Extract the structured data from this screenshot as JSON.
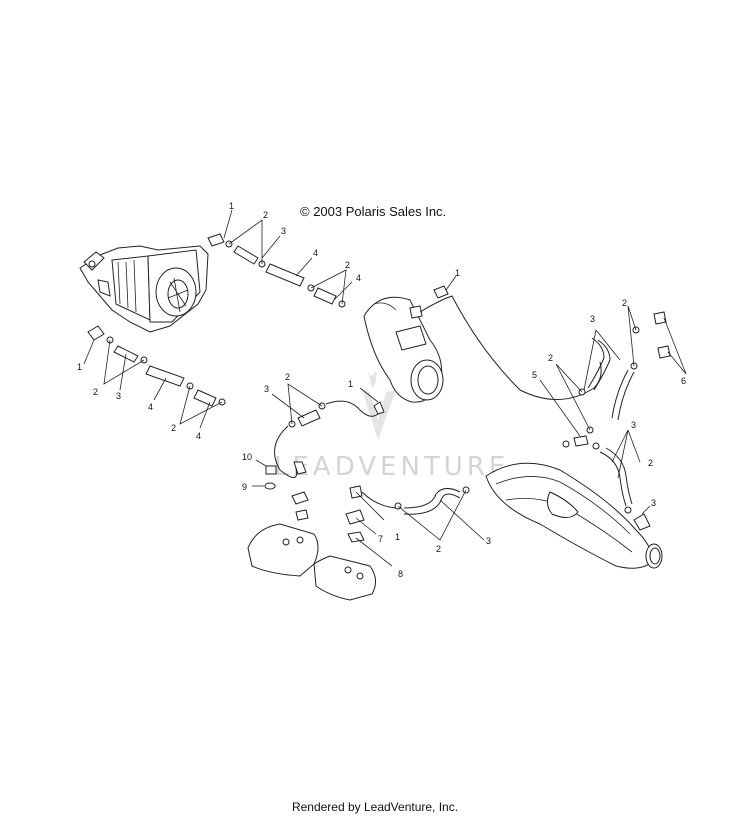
{
  "copyright": "© 2003 Polaris Sales Inc.",
  "footer": "Rendered by LeadVenture, Inc.",
  "watermark": "LEADVENTURE",
  "callouts": {
    "c1a": "1",
    "c2a": "2",
    "c3a": "3",
    "c4a": "4",
    "c2b": "2",
    "c4b": "4",
    "c1b": "1",
    "c2c": "2",
    "c3b": "3",
    "c4c": "4",
    "c2d": "2",
    "c4d": "4",
    "c1c": "1",
    "c3c": "3",
    "c2e": "2",
    "c1d": "1",
    "c2f": "2",
    "c5": "5",
    "c3d": "3",
    "c2g": "2",
    "c6": "6",
    "c10": "10",
    "c9": "9",
    "c7": "7",
    "c1e": "1",
    "c8": "8",
    "c2h": "2",
    "c3e": "3",
    "c3f": "3",
    "c2i": "2",
    "c3g": "3"
  }
}
